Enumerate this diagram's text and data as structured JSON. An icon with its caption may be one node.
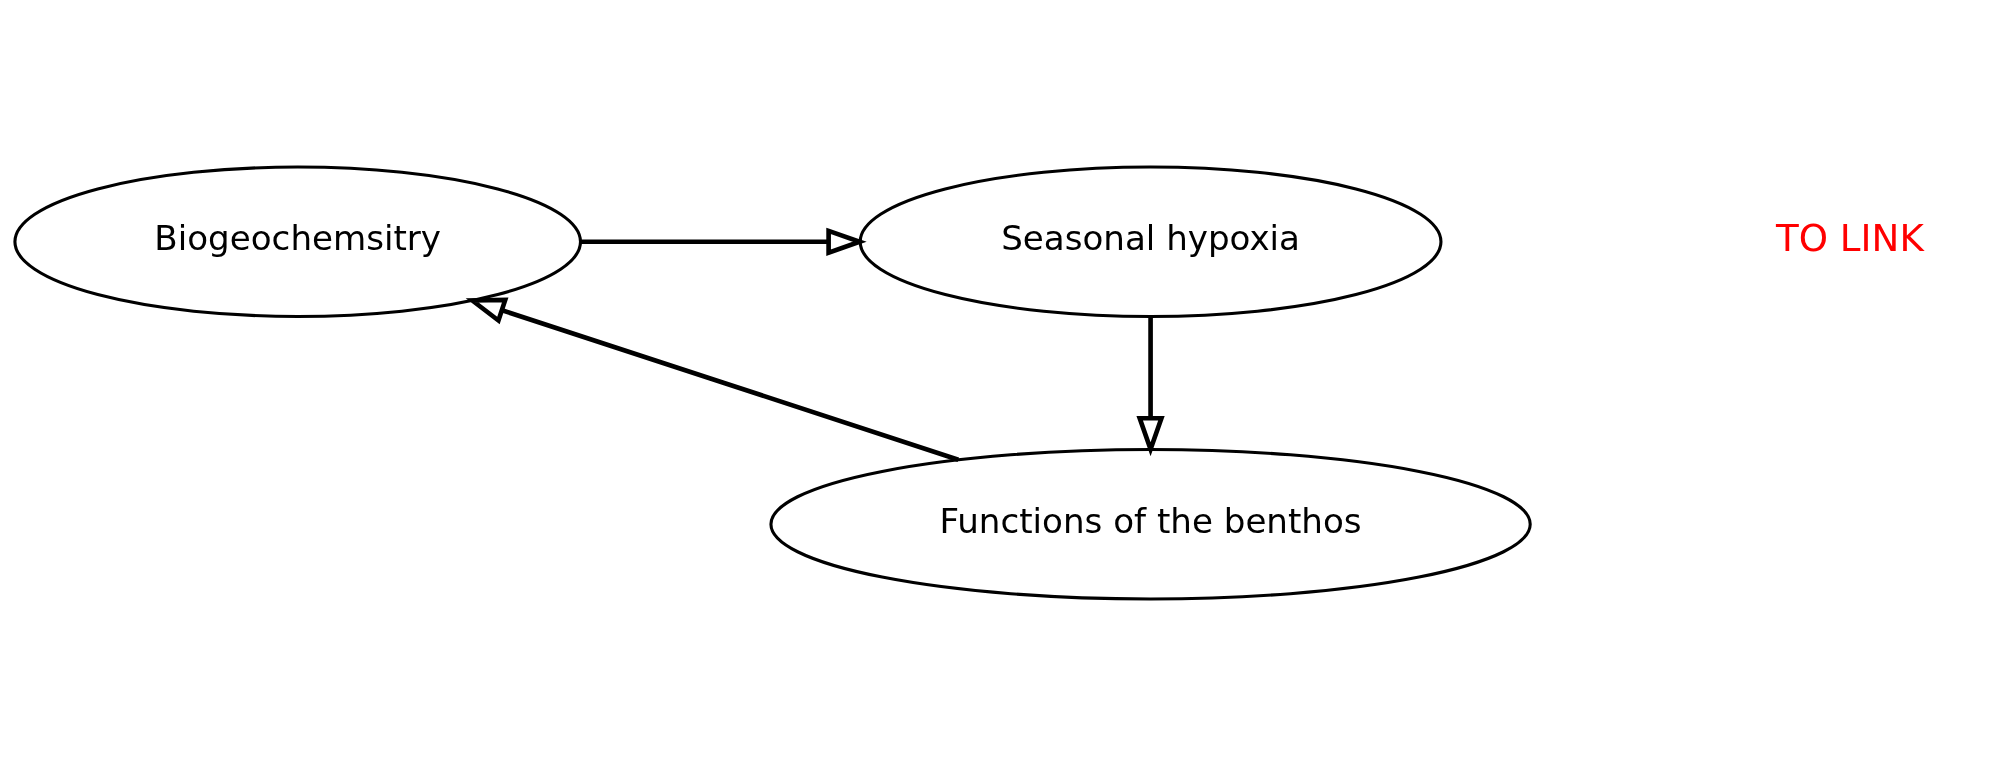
{
  "diagram": {
    "nodes": [
      {
        "text": [
          "Seasonal hypoxia"
        ]
      },
      {
        "text": [
          "Functions of the benthos"
        ]
      },
      {
        "text": [
          "Biogeochemsitry"
        ]
      }
    ],
    "edges": [
      {
        "from": 0,
        "to": 1,
        "arrow": "to"
      },
      {
        "from": 1,
        "to": 2,
        "arrow": "to"
      },
      {
        "from": 2,
        "to": 0,
        "arrow": "to"
      }
    ],
    "labels": [
      "TO LINK"
    ]
  }
}
